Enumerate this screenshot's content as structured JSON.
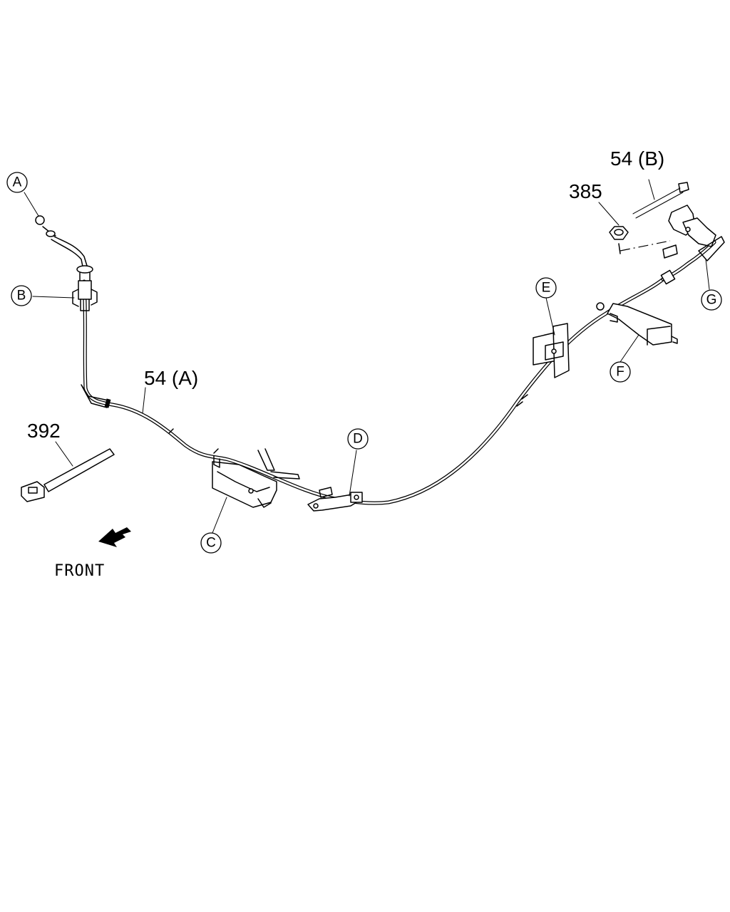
{
  "diagram": {
    "callouts": [
      "A",
      "B",
      "C",
      "D",
      "E",
      "F",
      "G"
    ],
    "part_labels": {
      "cable_front": "54 (A)",
      "cable_rear": "54 (B)",
      "nut": "385",
      "tie": "392"
    },
    "direction_label": "FRONT"
  }
}
